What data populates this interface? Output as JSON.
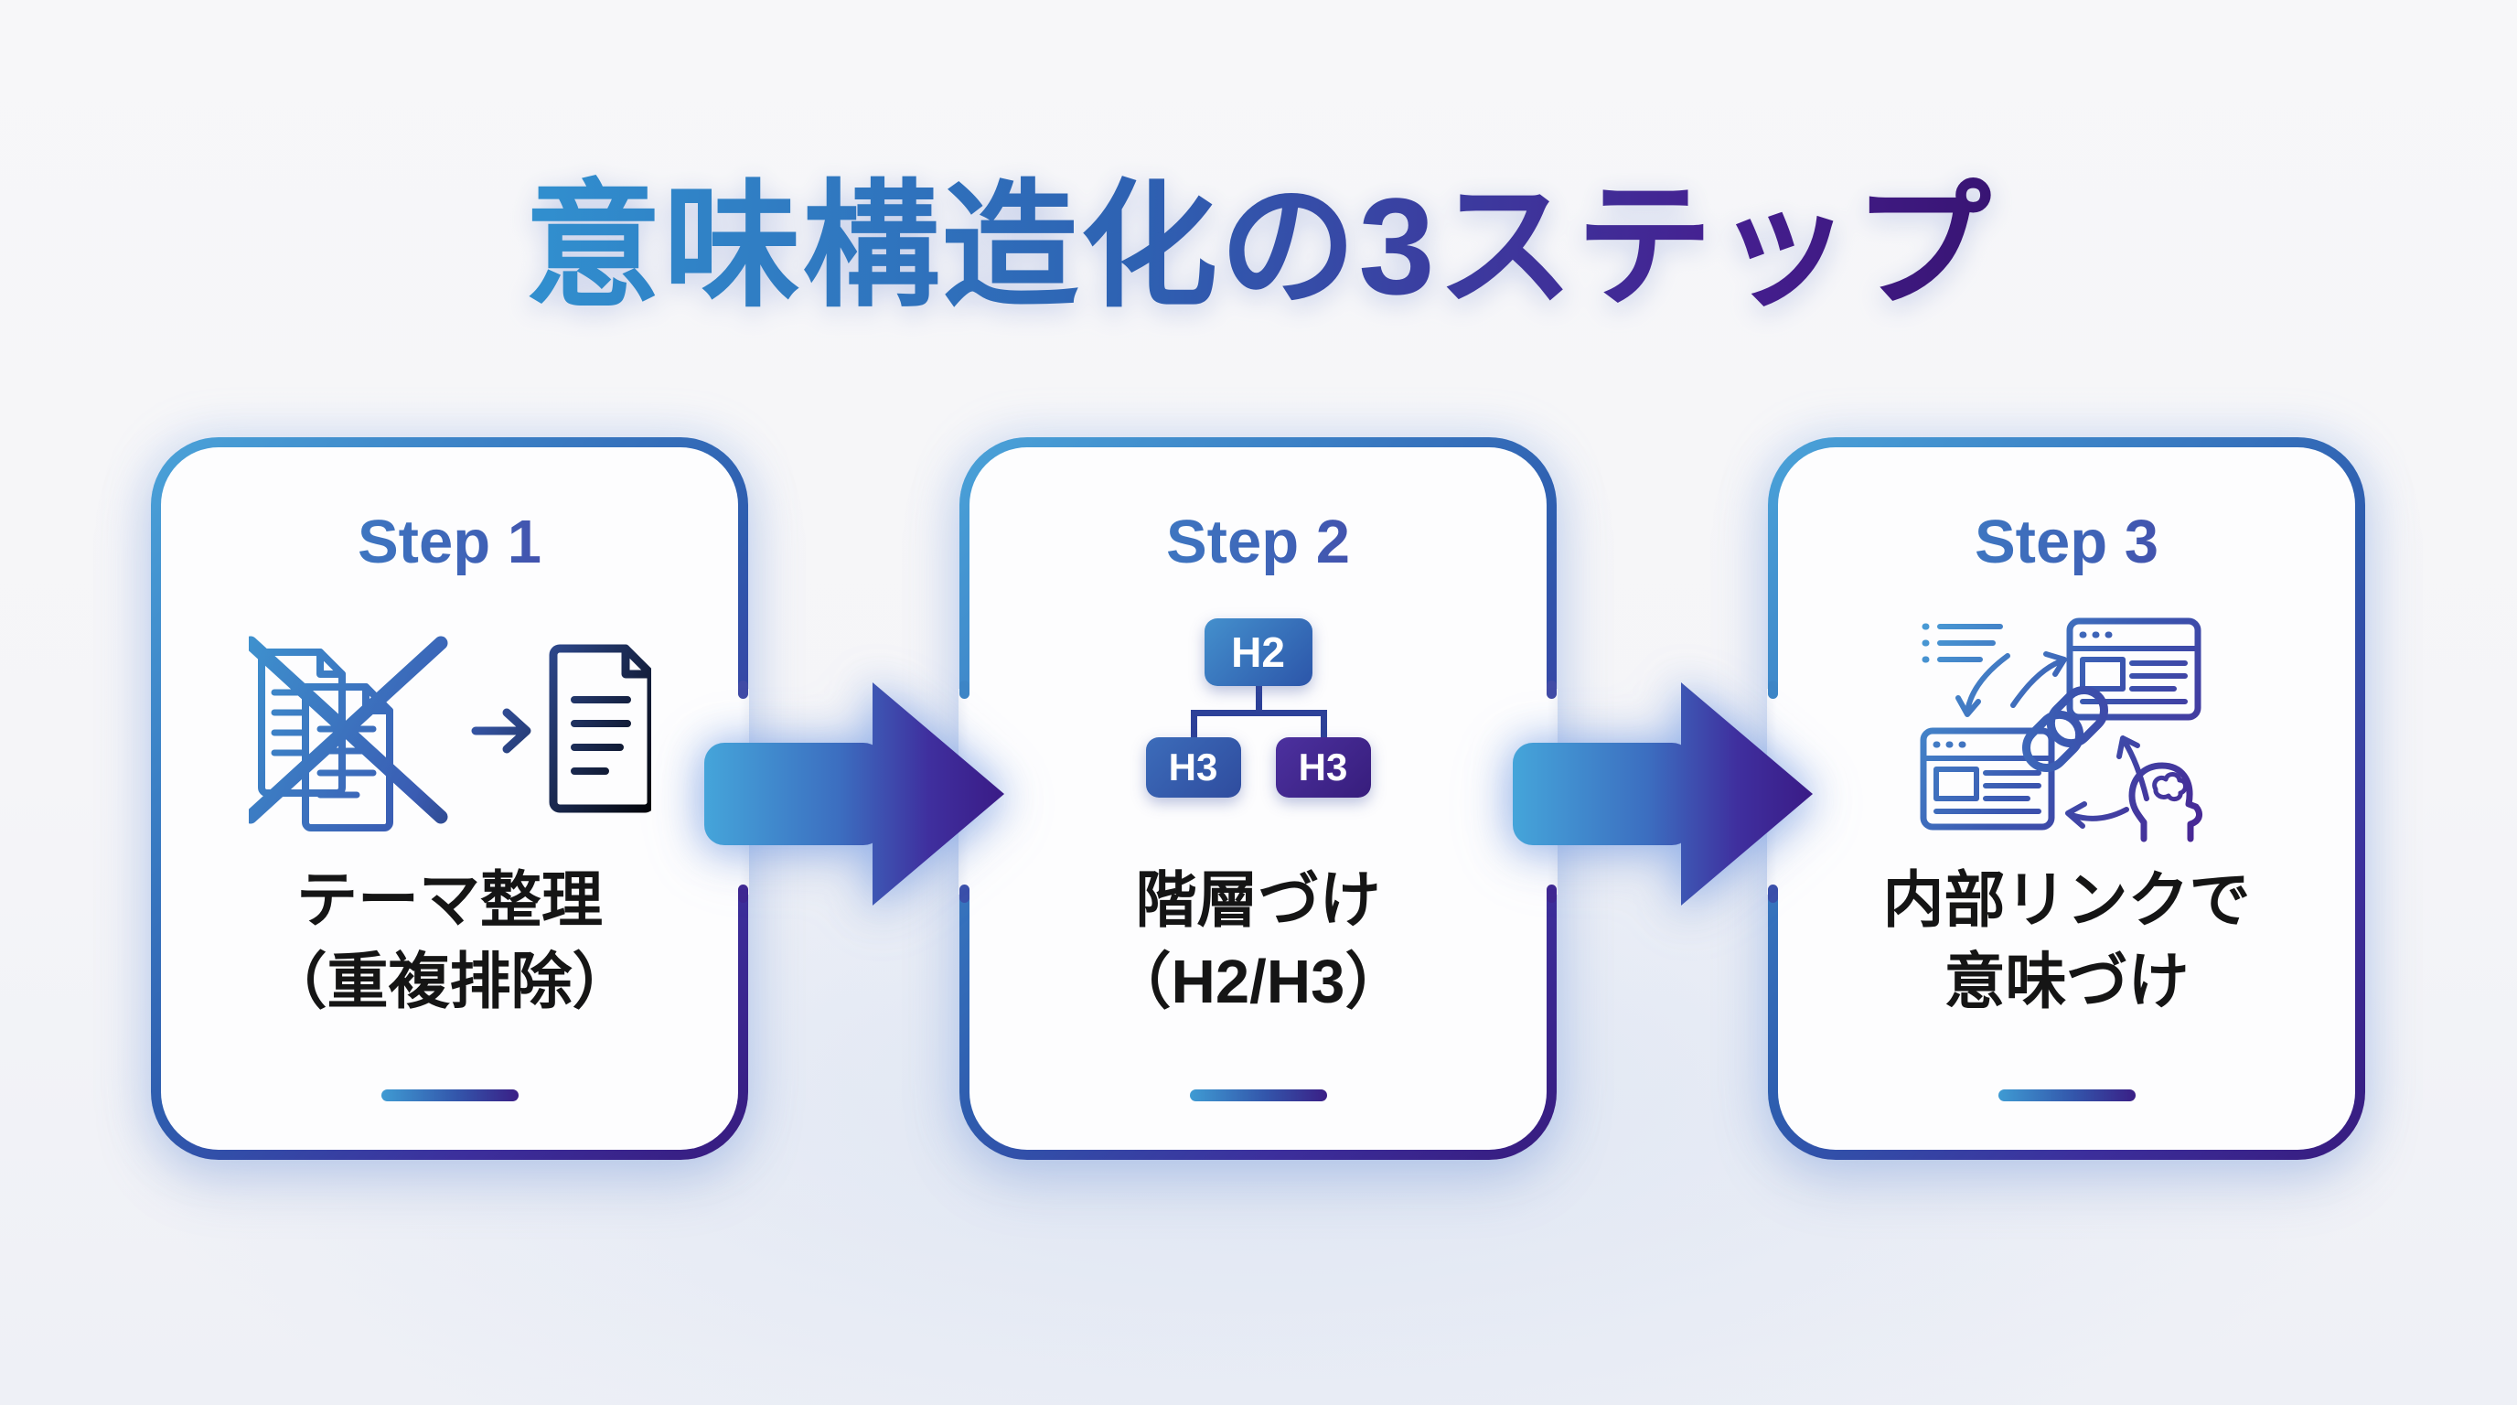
{
  "title": "意味構造化の3ステップ",
  "steps": [
    {
      "label": "Step 1",
      "text_line1": "テーマ整理",
      "text_line2": "（重複排除）",
      "icon": {
        "name": "duplicate-removal-icon"
      }
    },
    {
      "label": "Step 2",
      "text_line1": "階層づけ",
      "text_line2": "（H2/H3）",
      "icon": {
        "name": "heading-hierarchy-icon",
        "h2": "H2",
        "h3_left": "H3",
        "h3_right": "H3"
      }
    },
    {
      "label": "Step 3",
      "text_line1": "内部リンクで",
      "text_line2": "意味づけ",
      "icon": {
        "name": "internal-linking-icon"
      }
    }
  ],
  "colors": {
    "background": "#f5f6f8",
    "accent_blue": "#3e97d1",
    "accent_purple": "#3e1f8a",
    "card_background": "#fdfdfe",
    "text_black": "#151515",
    "h2_box_blue": "#3a7cc2",
    "h3_box_blue": "#3a62b4",
    "h3_box_purple": "#44289a"
  }
}
